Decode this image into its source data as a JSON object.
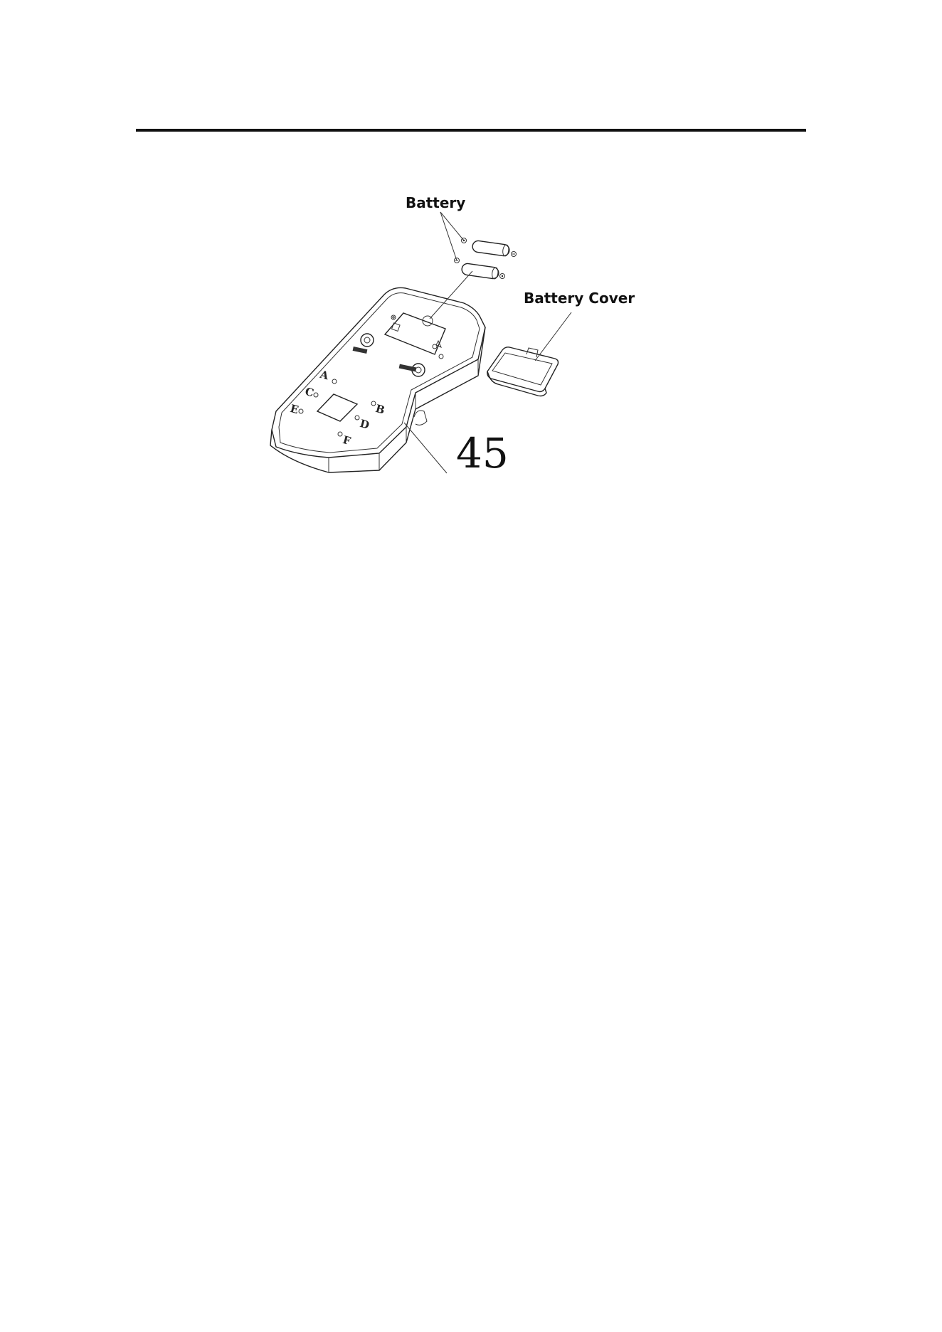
{
  "labels": {
    "battery": "Battery",
    "battery_cover": "Battery Cover",
    "part_number": "45"
  },
  "port_letters": [
    "A",
    "B",
    "C",
    "D",
    "E",
    "F"
  ],
  "colors": {
    "ink": "#111111",
    "background": "#ffffff"
  }
}
